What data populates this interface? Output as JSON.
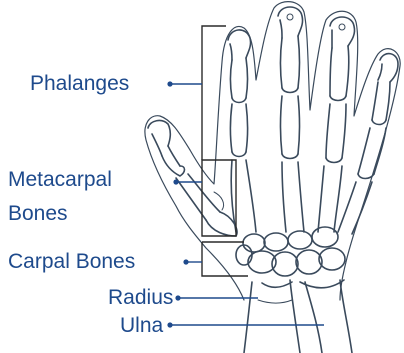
{
  "labels": {
    "phalanges": "Phalanges",
    "metacarpal_line1": "Metacarpal",
    "metacarpal_line2": "Bones",
    "carpal": "Carpal Bones",
    "radius": "Radius",
    "ulna": "Ulna"
  },
  "colors": {
    "label_text": "#1e4a8c",
    "leader_line": "#1e4a8c",
    "bone_outline": "#3a4a5c",
    "bracket": "#2a2a2a",
    "background": "#ffffff"
  }
}
